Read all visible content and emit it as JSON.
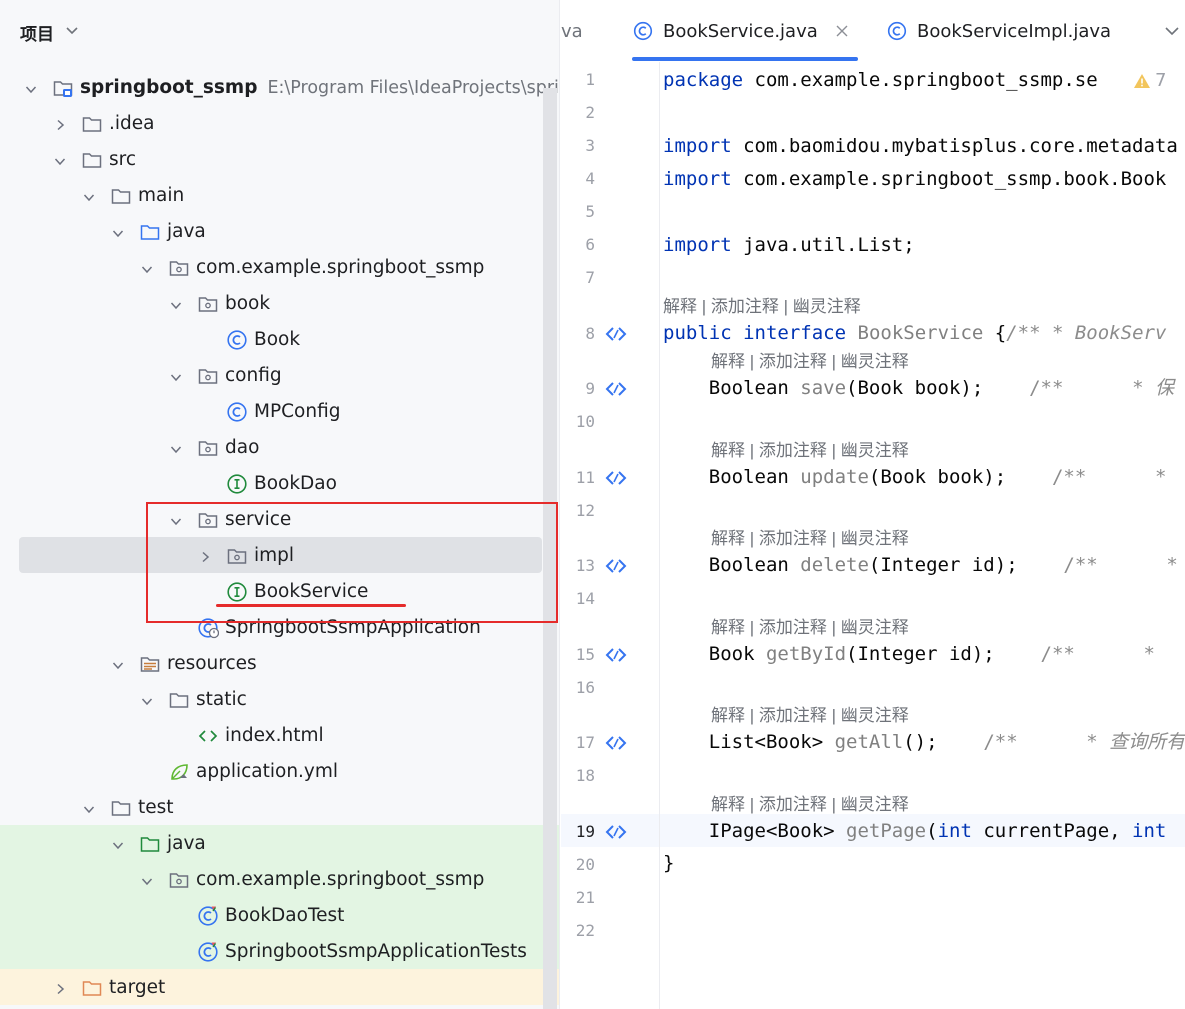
{
  "panel": {
    "title": "项目"
  },
  "tree": [
    {
      "name": "tree-item-project-root",
      "label": "springboot_ssmp",
      "hint": "E:\\Program Files\\IdeaProjects\\spring",
      "icon": "module-folder-icon"
    },
    {
      "name": "tree-item-idea",
      "label": ".idea",
      "icon": "folder-icon"
    },
    {
      "name": "tree-item-src",
      "label": "src",
      "icon": "folder-icon"
    },
    {
      "name": "tree-item-main",
      "label": "main",
      "icon": "folder-icon"
    },
    {
      "name": "tree-item-java",
      "label": "java",
      "icon": "source-folder-icon"
    },
    {
      "name": "tree-item-package",
      "label": "com.example.springboot_ssmp",
      "icon": "package-icon"
    },
    {
      "name": "tree-item-book-package",
      "label": "book",
      "icon": "package-icon"
    },
    {
      "name": "tree-item-book-class",
      "label": "Book",
      "icon": "class-icon"
    },
    {
      "name": "tree-item-config",
      "label": "config",
      "icon": "package-icon"
    },
    {
      "name": "tree-item-mpconfig",
      "label": "MPConfig",
      "icon": "class-icon"
    },
    {
      "name": "tree-item-dao",
      "label": "dao",
      "icon": "package-icon"
    },
    {
      "name": "tree-item-bookdao",
      "label": "BookDao",
      "icon": "interface-icon"
    },
    {
      "name": "tree-item-service",
      "label": "service",
      "icon": "package-icon"
    },
    {
      "name": "tree-item-impl",
      "label": "impl",
      "icon": "package-icon"
    },
    {
      "name": "tree-item-bookservice",
      "label": "BookService",
      "icon": "interface-icon"
    },
    {
      "name": "tree-item-application",
      "label": "SpringbootSsmpApplication",
      "icon": "spring-boot-class-icon"
    },
    {
      "name": "tree-item-resources",
      "label": "resources",
      "icon": "resources-folder-icon"
    },
    {
      "name": "tree-item-static",
      "label": "static",
      "icon": "folder-icon"
    },
    {
      "name": "tree-item-index-html",
      "label": "index.html",
      "icon": "html-icon"
    },
    {
      "name": "tree-item-application-yml",
      "label": "application.yml",
      "icon": "spring-yaml-icon"
    },
    {
      "name": "tree-item-test",
      "label": "test",
      "icon": "folder-icon"
    },
    {
      "name": "tree-item-test-java",
      "label": "java",
      "icon": "test-source-folder-icon"
    },
    {
      "name": "tree-item-test-package",
      "label": "com.example.springboot_ssmp",
      "icon": "package-icon"
    },
    {
      "name": "tree-item-bookdaotest",
      "label": "BookDaoTest",
      "icon": "test-class-icon"
    },
    {
      "name": "tree-item-app-tests",
      "label": "SpringbootSsmpApplicationTests",
      "icon": "test-class-icon"
    },
    {
      "name": "tree-item-target",
      "label": "target",
      "icon": "excluded-folder-icon"
    }
  ],
  "tabs": {
    "prev": "va",
    "active": "BookService.java",
    "second": "BookServiceImpl.java"
  },
  "editor": {
    "warning_count": "7",
    "inlay": "解释 | 添加注释 | 幽灵注释",
    "lines": [
      "1",
      "2",
      "3",
      "4",
      "5",
      "6",
      "7",
      "8",
      "9",
      "10",
      "11",
      "12",
      "13",
      "14",
      "15",
      "16",
      "17",
      "18",
      "19",
      "20",
      "21",
      "22"
    ],
    "code": {
      "l1_kw": "package",
      "l1_rest": " com.example.springboot_ssmp.se",
      "l3_kw": "import",
      "l3_rest": " com.baomidou.mybatisplus.core.metadata",
      "l4_kw": "import",
      "l4_rest": " com.example.springboot_ssmp.book.Book",
      "l6_kw": "import",
      "l6_rest": " java.util.List;",
      "l8_kw1": "public",
      "l8_kw2": "interface",
      "l8_name": "BookService",
      "l8_brace": " {",
      "l8_cm": "/** * BookServ",
      "l9_type": "    Boolean ",
      "l9_fn": "save",
      "l9_args": "(Book book);",
      "l9_cm": "/**",
      "l9_cm2": "* 保",
      "l11_type": "    Boolean ",
      "l11_fn": "update",
      "l11_args": "(Book book);",
      "l11_cm": "/**",
      "l11_cm2": "*",
      "l13_type": "    Boolean ",
      "l13_fn": "delete",
      "l13_args": "(Integer id);",
      "l13_cm": "/**",
      "l13_cm2": "*",
      "l15_type": "    Book ",
      "l15_fn": "getById",
      "l15_args": "(Integer id);",
      "l15_cm": "/**",
      "l15_cm2": "* ",
      "l17_type": "    List<Book> ",
      "l17_fn": "getAll",
      "l17_args": "();",
      "l17_cm": "/**",
      "l17_cm2": "* 查询所有",
      "l19_type": "    IPage<Book> ",
      "l19_fn": "getPage",
      "l19_p1": "(",
      "l19_int1": "int",
      "l19_p2": " currentPage, ",
      "l19_int2": "int",
      "l20": "}"
    }
  }
}
